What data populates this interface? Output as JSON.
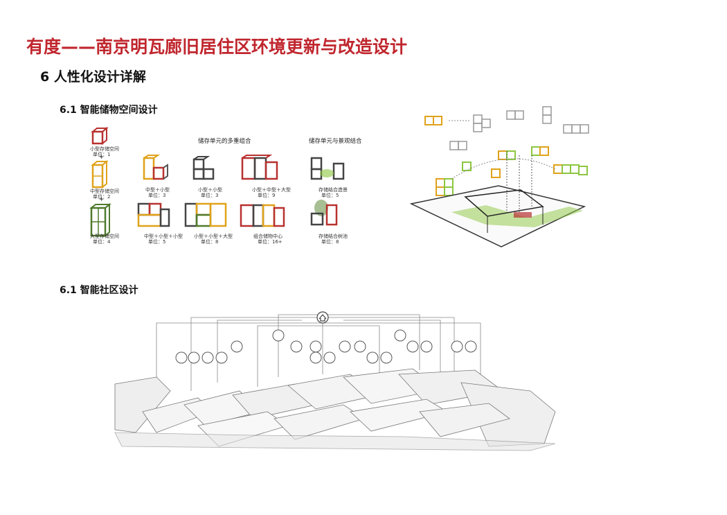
{
  "page": {
    "title": "有度——南京明瓦廊旧居住区环境更新与改造设计",
    "section": "6 人性化设计详解",
    "sub1": "6.1 智能储物空间设计",
    "sub2": "6.1 智能社区设计"
  },
  "storage": {
    "header_multi": "储存单元的多重组合",
    "header_landscape": "储存单元与景观结合",
    "plus": "+",
    "units": [
      {
        "name": "小型存储空间",
        "unit": "单位：1"
      },
      {
        "name": "中型存储空间",
        "unit": "单位：2"
      },
      {
        "name": "大型存储空间",
        "unit": "单位：4"
      }
    ],
    "combos": [
      {
        "name": "中型＋小型",
        "unit": "单位：3"
      },
      {
        "name": "小型＋小型",
        "unit": "单位：3"
      },
      {
        "name": "小型＋中型＋大型",
        "unit": "单位：9"
      },
      {
        "name": "存储结合造景",
        "unit": "单位：5"
      },
      {
        "name": "中型＋小型＋小型",
        "unit": "单位：5"
      },
      {
        "name": "小型＋小型＋大型",
        "unit": "单位：8"
      },
      {
        "name": "组合储物中心",
        "unit": "单位：16+"
      },
      {
        "name": "存储结合树池",
        "unit": "单位：8"
      }
    ],
    "colors": {
      "small": "#b7312f",
      "medium": "#e0a21a",
      "large": "#4f7a2c",
      "green": "#8cc63f"
    }
  },
  "community": {
    "icons": [
      "twitter-bird-icon",
      "bus-icon",
      "plane-icon",
      "phone-icon",
      "drink-icon",
      "home-icon",
      "bicycle-icon",
      "chat-icon",
      "home-icon",
      "clock-icon",
      "calendar-icon",
      "road-sign-icon",
      "key-icon",
      "pin-icon",
      "home-icon",
      "hand-icon",
      "globe-icon",
      "location-pin-icon",
      "bank-icon"
    ]
  }
}
